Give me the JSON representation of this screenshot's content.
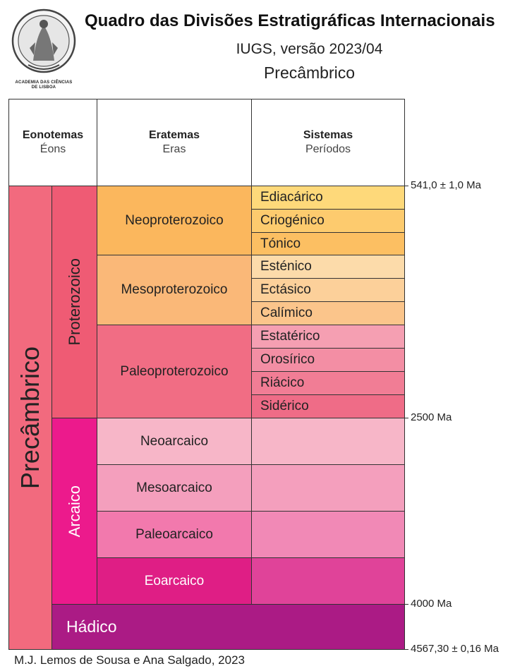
{
  "header": {
    "title": "Quadro das Divisões Estratigráficas Internacionais",
    "subtitle": "IUGS, versão 2023/04",
    "subtitle2": "Precâmbrico",
    "logo_text_line1": "ACADEMIA DAS CIÊNCIAS",
    "logo_text_line2": "DE LISBOA"
  },
  "columns": {
    "eonotemas_bold": "Eonotemas",
    "eonotemas_sub": "Éons",
    "eratemas_bold": "Eratemas",
    "eratemas_sub": "Eras",
    "sistemas_bold": "Sistemas",
    "sistemas_sub": "Períodos"
  },
  "eonothem": "Precâmbrico",
  "eons": {
    "proterozoico": "Proterozoico",
    "arcaico": "Arcaico",
    "hadico": "Hádico"
  },
  "eras": {
    "neoproterozoico": "Neoproterozoico",
    "mesoproterozoico": "Mesoproterozoico",
    "paleoproterozoico": "Paleoproterozoico",
    "neoarcaico": "Neoarcaico",
    "mesoarcaico": "Mesoarcaico",
    "paleoarcaico": "Paleoarcaico",
    "eoarcaico": "Eoarcaico"
  },
  "systems": [
    "Ediacárico",
    "Criogénico",
    "Tónico",
    "Esténico",
    "Ectásico",
    "Calímico",
    "Estatérico",
    "Orosírico",
    "Riácico",
    "Sidérico"
  ],
  "ages": {
    "a1": "541,0 ± 1,0 Ma",
    "a2": "2500 Ma",
    "a3": "4000 Ma",
    "a4": "4567,30 ± 0,16 Ma"
  },
  "credit": "M.J. Lemos de Sousa e Ana Salgado, 2023",
  "colors": {
    "precambrico": "#f26a7e",
    "proterozoico": "#ef5b74",
    "arcaico": "#ec1a8c",
    "hadico": "#ab1b85",
    "neoproterozoico": "#fbb75d",
    "mesoproterozoico": "#fab878",
    "paleoproterozoico": "#f16d84",
    "neoarcaico": "#f7b6c8",
    "mesoarcaico": "#f49fbd",
    "paleoarcaico": "#f279ad",
    "eoarcaico": "#df1e85"
  }
}
